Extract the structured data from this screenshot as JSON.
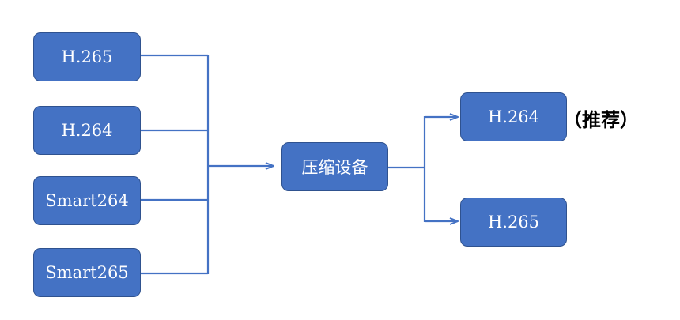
{
  "colors": {
    "node_fill": "#4472c4",
    "node_border": "#2f528f",
    "connector": "#4472c4",
    "node_text": "#ffffff",
    "note_text": "#000000"
  },
  "inputs": [
    {
      "label": "H.265"
    },
    {
      "label": "H.264"
    },
    {
      "label": "Smart264"
    },
    {
      "label": "Smart265"
    }
  ],
  "center": {
    "label": "压缩设备"
  },
  "outputs": [
    {
      "label": "H.264",
      "note": "（推荐）"
    },
    {
      "label": "H.265"
    }
  ]
}
